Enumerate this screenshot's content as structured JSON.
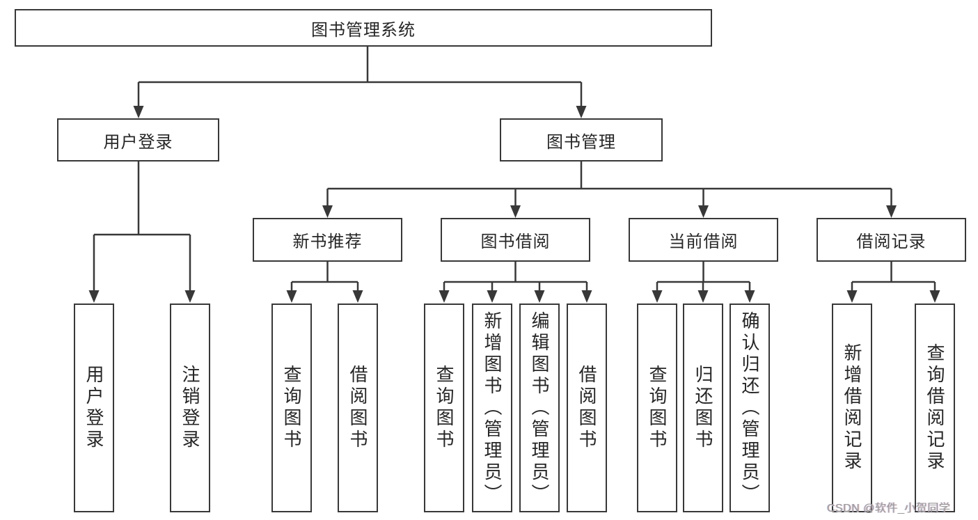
{
  "colors": {
    "line": "#383838",
    "text": "#262626",
    "background": "#ffffff",
    "watermark": "#9a9a9a"
  },
  "tree": {
    "root": {
      "label": "图书管理系统"
    },
    "branches": [
      {
        "label": "用户登录",
        "children": [
          {
            "label": "用户登录"
          },
          {
            "label": "注销登录"
          }
        ]
      },
      {
        "label": "图书管理",
        "children": [
          {
            "label": "新书推荐",
            "children": [
              {
                "label": "查询图书"
              },
              {
                "label": "借阅图书"
              }
            ]
          },
          {
            "label": "图书借阅",
            "children": [
              {
                "label": "查询图书"
              },
              {
                "label": "新增图书（管理员）"
              },
              {
                "label": "编辑图书（管理员）"
              },
              {
                "label": "借阅图书"
              }
            ]
          },
          {
            "label": "当前借阅",
            "children": [
              {
                "label": "查询图书"
              },
              {
                "label": "归还图书"
              },
              {
                "label": "确认归还（管理员）"
              }
            ]
          },
          {
            "label": "借阅记录",
            "children": [
              {
                "label": "新增借阅记录"
              },
              {
                "label": "查询借阅记录"
              }
            ]
          }
        ]
      }
    ]
  },
  "watermark": {
    "text": "CSDN @软件_小贺同学"
  }
}
